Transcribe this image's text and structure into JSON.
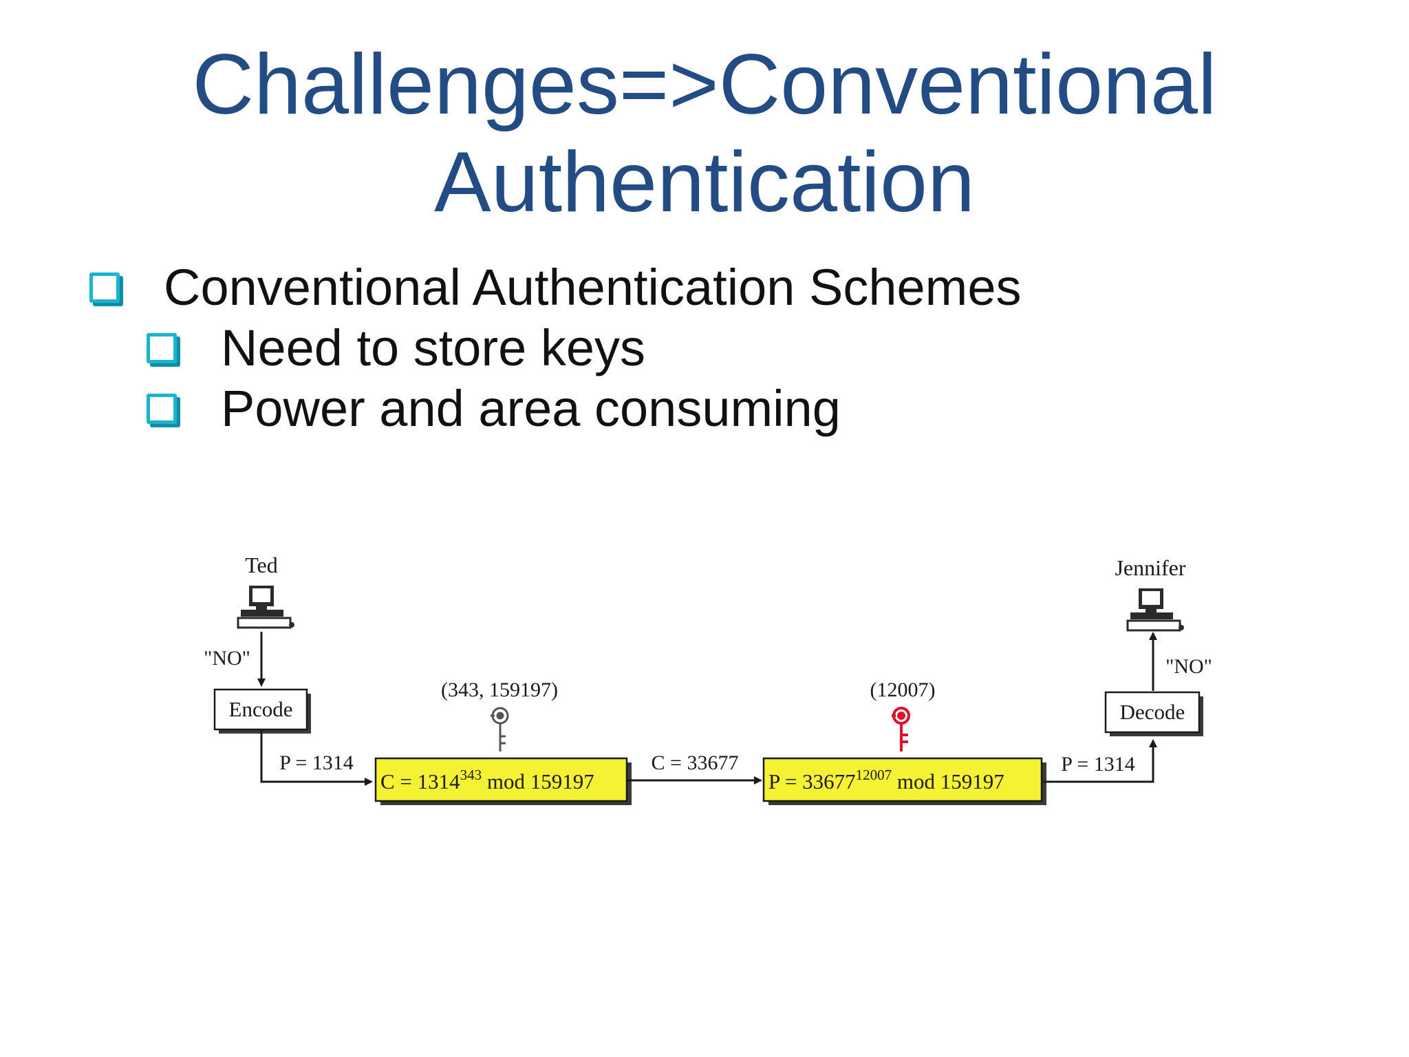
{
  "slide": {
    "title_line1": "Challenges=>Conventional",
    "title_line2": "Authentication",
    "bullets": [
      {
        "text": "Conventional Authentication Schemes",
        "level": 1
      },
      {
        "text": "Need to store keys",
        "level": 2
      },
      {
        "text": "Power and area consuming",
        "level": 2
      }
    ]
  },
  "diagram": {
    "sender": {
      "name": "Ted",
      "icon": "computer-icon"
    },
    "receiver": {
      "name": "Jennifer",
      "icon": "computer-icon"
    },
    "message_in": "\"NO\"",
    "message_out": "\"NO\"",
    "encode_label": "Encode",
    "decode_label": "Decode",
    "plain_left": "P = 1314",
    "plain_right": "P = 1314",
    "cipher_label": "C = 33677",
    "encryption": {
      "key_label": "(343, 159197)",
      "key_icon": "key-icon",
      "key_color": "#6b6b6b",
      "prefix": "C = 1314",
      "exponent": "343",
      "suffix": " mod 159197"
    },
    "decryption": {
      "key_label": "(12007)",
      "key_icon": "key-icon",
      "key_color": "#e0102a",
      "prefix": "P = 33677",
      "exponent": "12007",
      "suffix": " mod 159197"
    },
    "box_fill": "#f5f234"
  }
}
